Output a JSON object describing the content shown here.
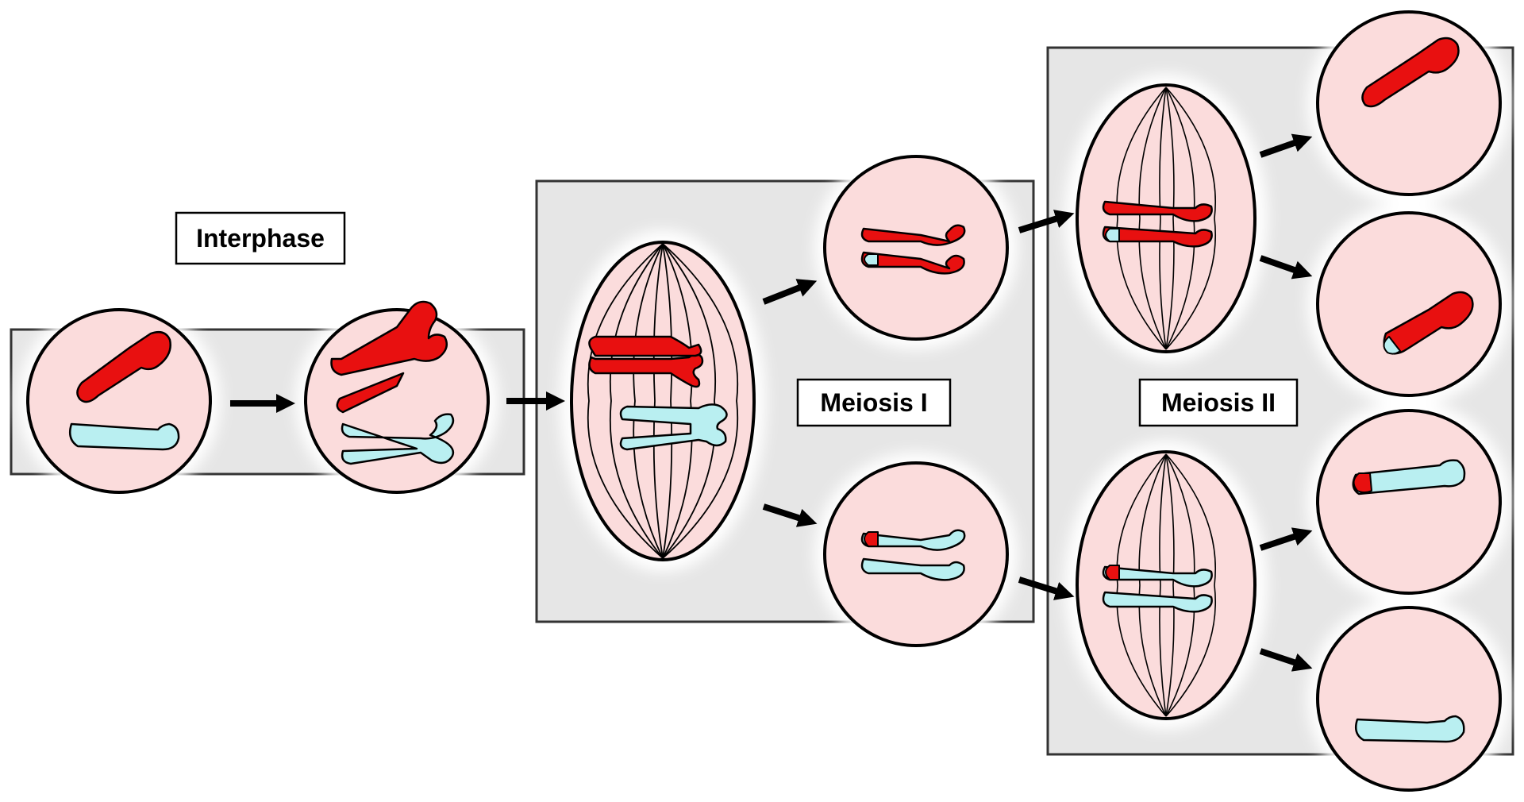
{
  "labels": {
    "interphase": "Interphase",
    "meiosis1": "Meiosis I",
    "meiosis2": "Meiosis II"
  },
  "colors": {
    "cell_fill": "#fbdcdc",
    "chromosome_red": "#e81010",
    "chromosome_blue": "#b9eff1",
    "panel_fill": "#e6e6e6",
    "outline": "#000000",
    "arrow": "#000000"
  }
}
